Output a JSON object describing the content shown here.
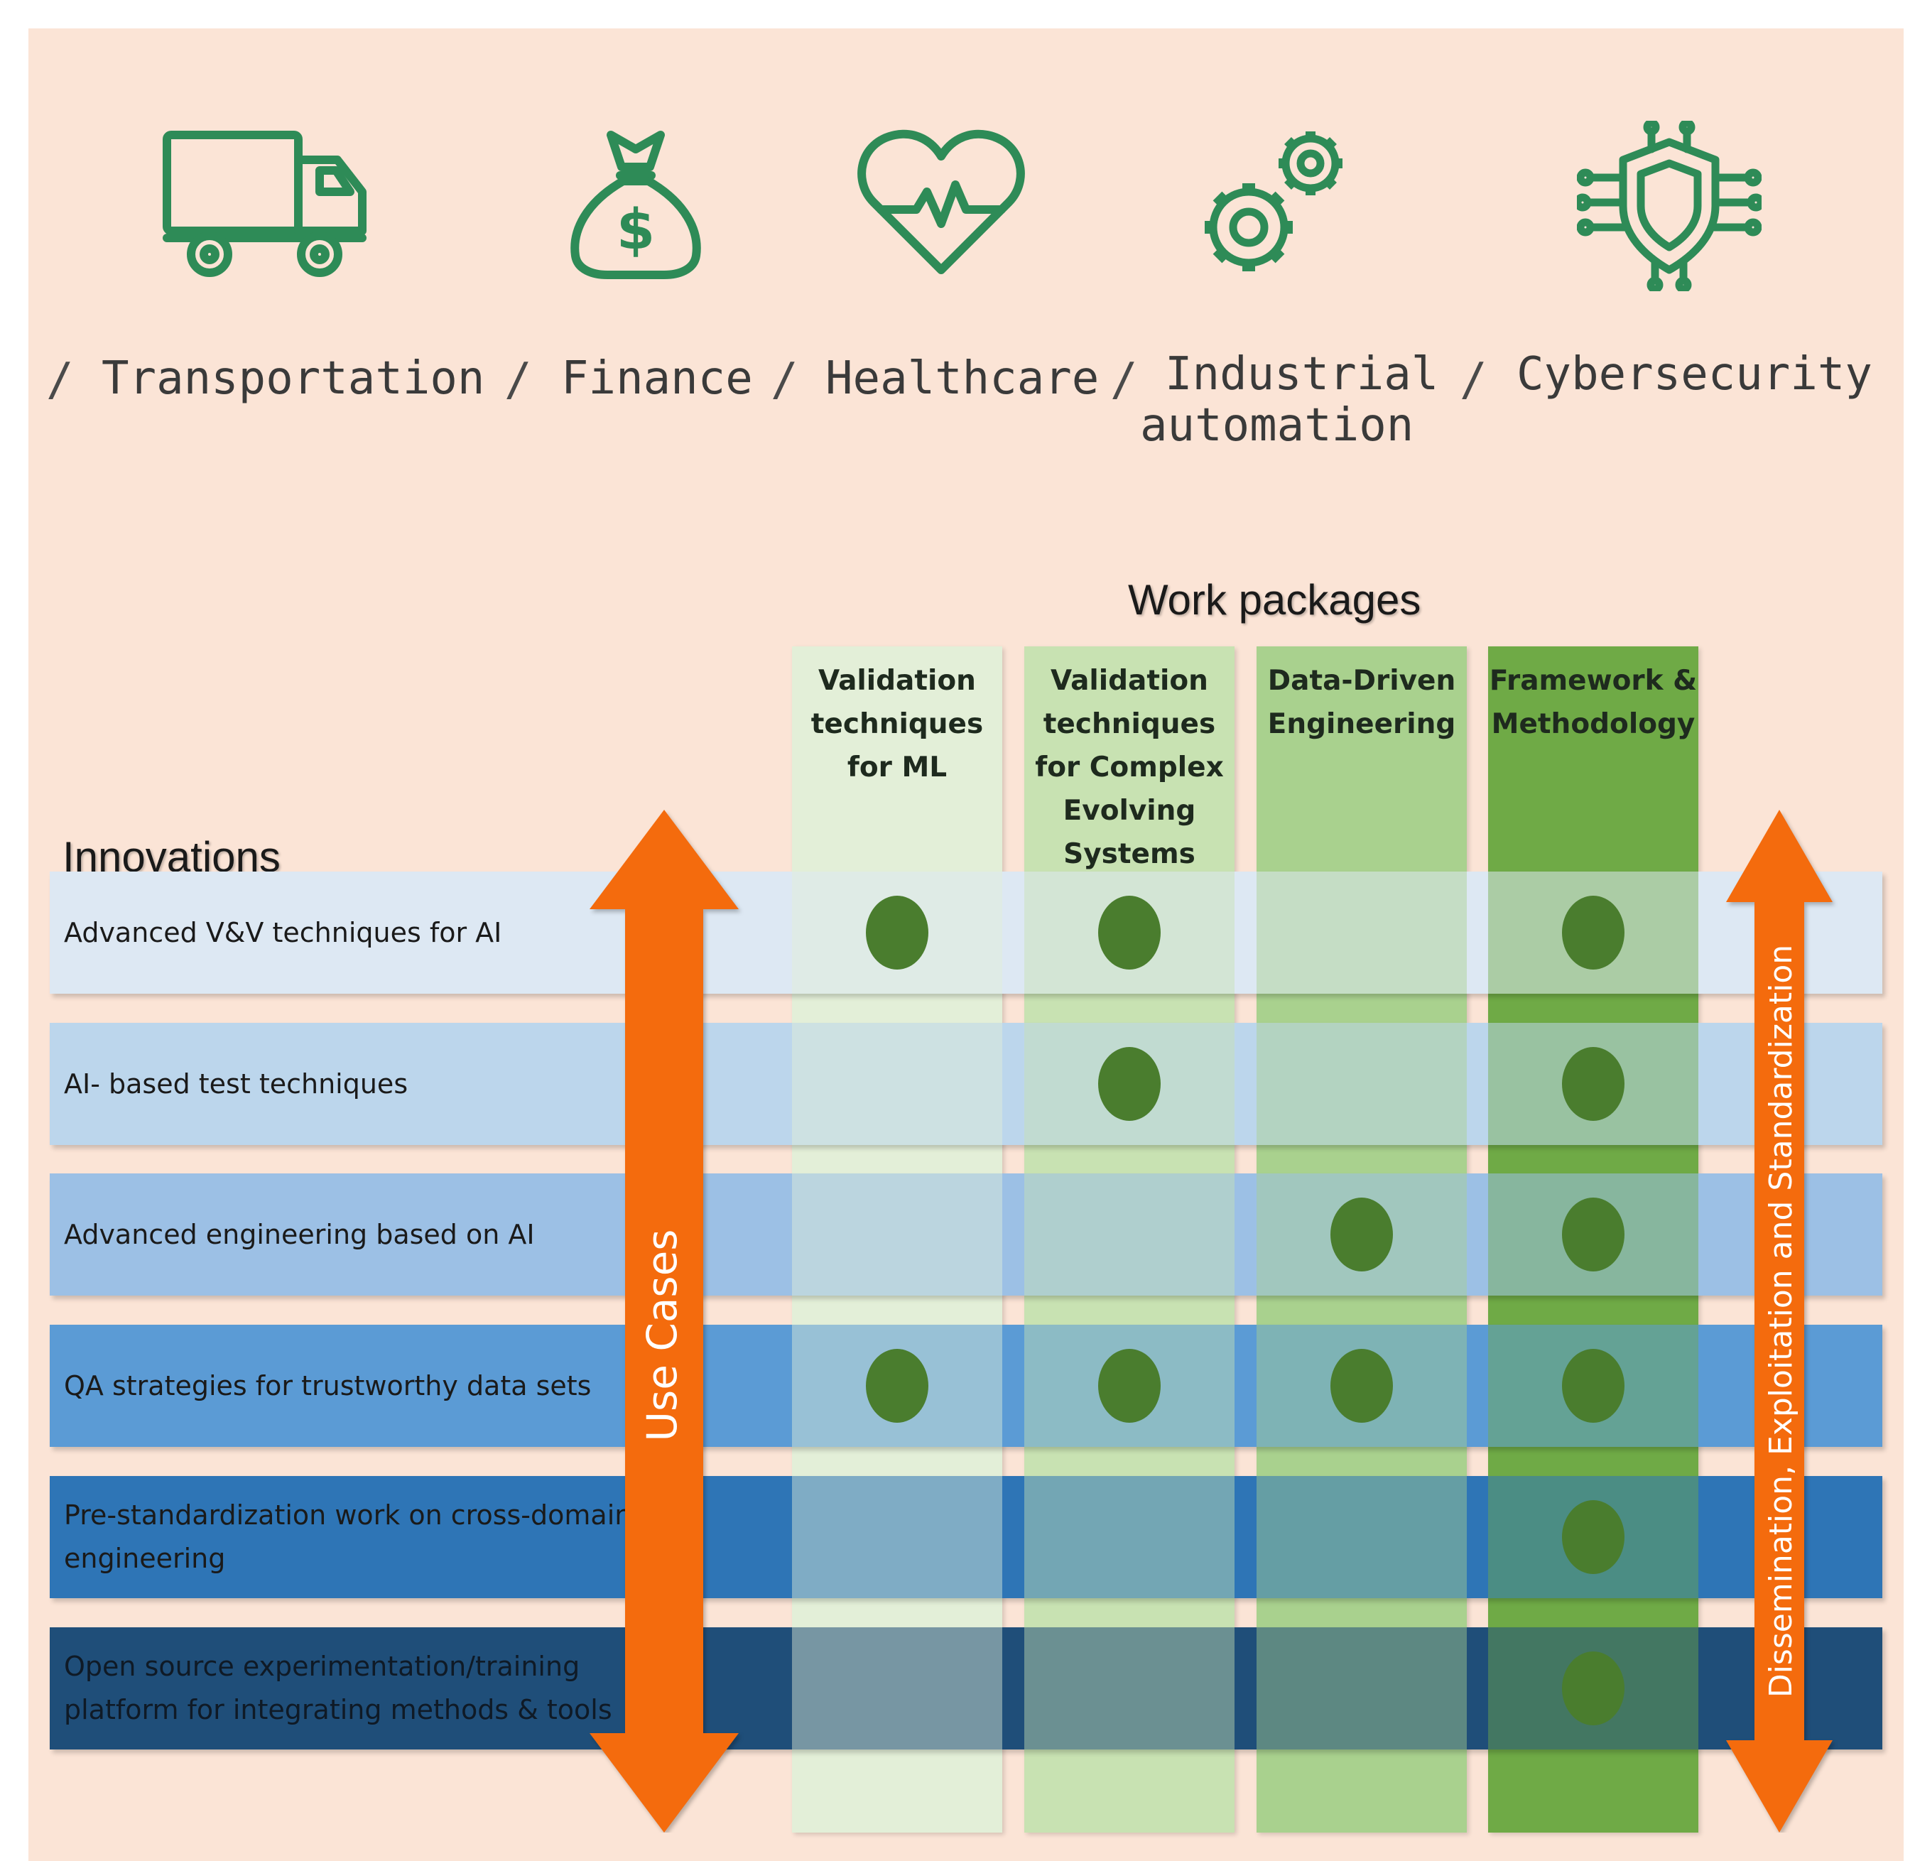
{
  "sectors": [
    {
      "label": "Transportation",
      "icon": "truck-icon"
    },
    {
      "label": "Finance",
      "icon": "money-bag-icon"
    },
    {
      "label": "Healthcare",
      "icon": "heart-pulse-icon"
    },
    {
      "label": "Industrial\nautomation",
      "icon": "gears-icon"
    },
    {
      "label": "Cybersecurity",
      "icon": "shield-circuit-icon"
    }
  ],
  "separator": "/",
  "work_packages_title": "Work packages",
  "innovations_title": "Innovations",
  "work_packages": [
    {
      "label": "Validation\ntechniques\nfor ML"
    },
    {
      "label": "Validation\ntechniques\nfor Complex\nEvolving\nSystems"
    },
    {
      "label": "Data-Driven\nEngineering"
    },
    {
      "label": "Framework &\nMethodology"
    }
  ],
  "innovations": [
    {
      "label": "Advanced V&V techniques for AI",
      "marks": [
        1,
        1,
        0,
        1
      ]
    },
    {
      "label": "AI- based test techniques",
      "marks": [
        0,
        1,
        0,
        1
      ]
    },
    {
      "label": "Advanced engineering based on AI",
      "marks": [
        0,
        0,
        1,
        1
      ]
    },
    {
      "label": "QA strategies for trustworthy data sets",
      "marks": [
        1,
        1,
        1,
        1
      ]
    },
    {
      "label": "Pre-standardization work on cross-domain\nengineering",
      "marks": [
        0,
        0,
        0,
        1
      ]
    },
    {
      "label": "Open source experimentation/training\nplatform for integrating methods & tools",
      "marks": [
        0,
        0,
        0,
        1
      ]
    }
  ],
  "arrows": {
    "use_cases": "Use Cases",
    "dissemination": "Dissemination, Exploitation and Standardization"
  },
  "colors": {
    "icon": "#2e8b57",
    "arrow": "#f46b0d",
    "dot": "#4a7d2e",
    "wp_columns": [
      "#e3efd8",
      "#c8e2b2",
      "#a9d18e",
      "#6faa46"
    ],
    "rows": [
      "#dde8f3",
      "#bcd6ec",
      "#9cc0e5",
      "#5b9bd5",
      "#2e75b6",
      "#1f4e79"
    ],
    "row_text": [
      "#1a1a1a",
      "#1a1a1a",
      "#1a1a1a",
      "#1a1a1a",
      "#1a1a1a",
      "#0f1a26"
    ]
  }
}
